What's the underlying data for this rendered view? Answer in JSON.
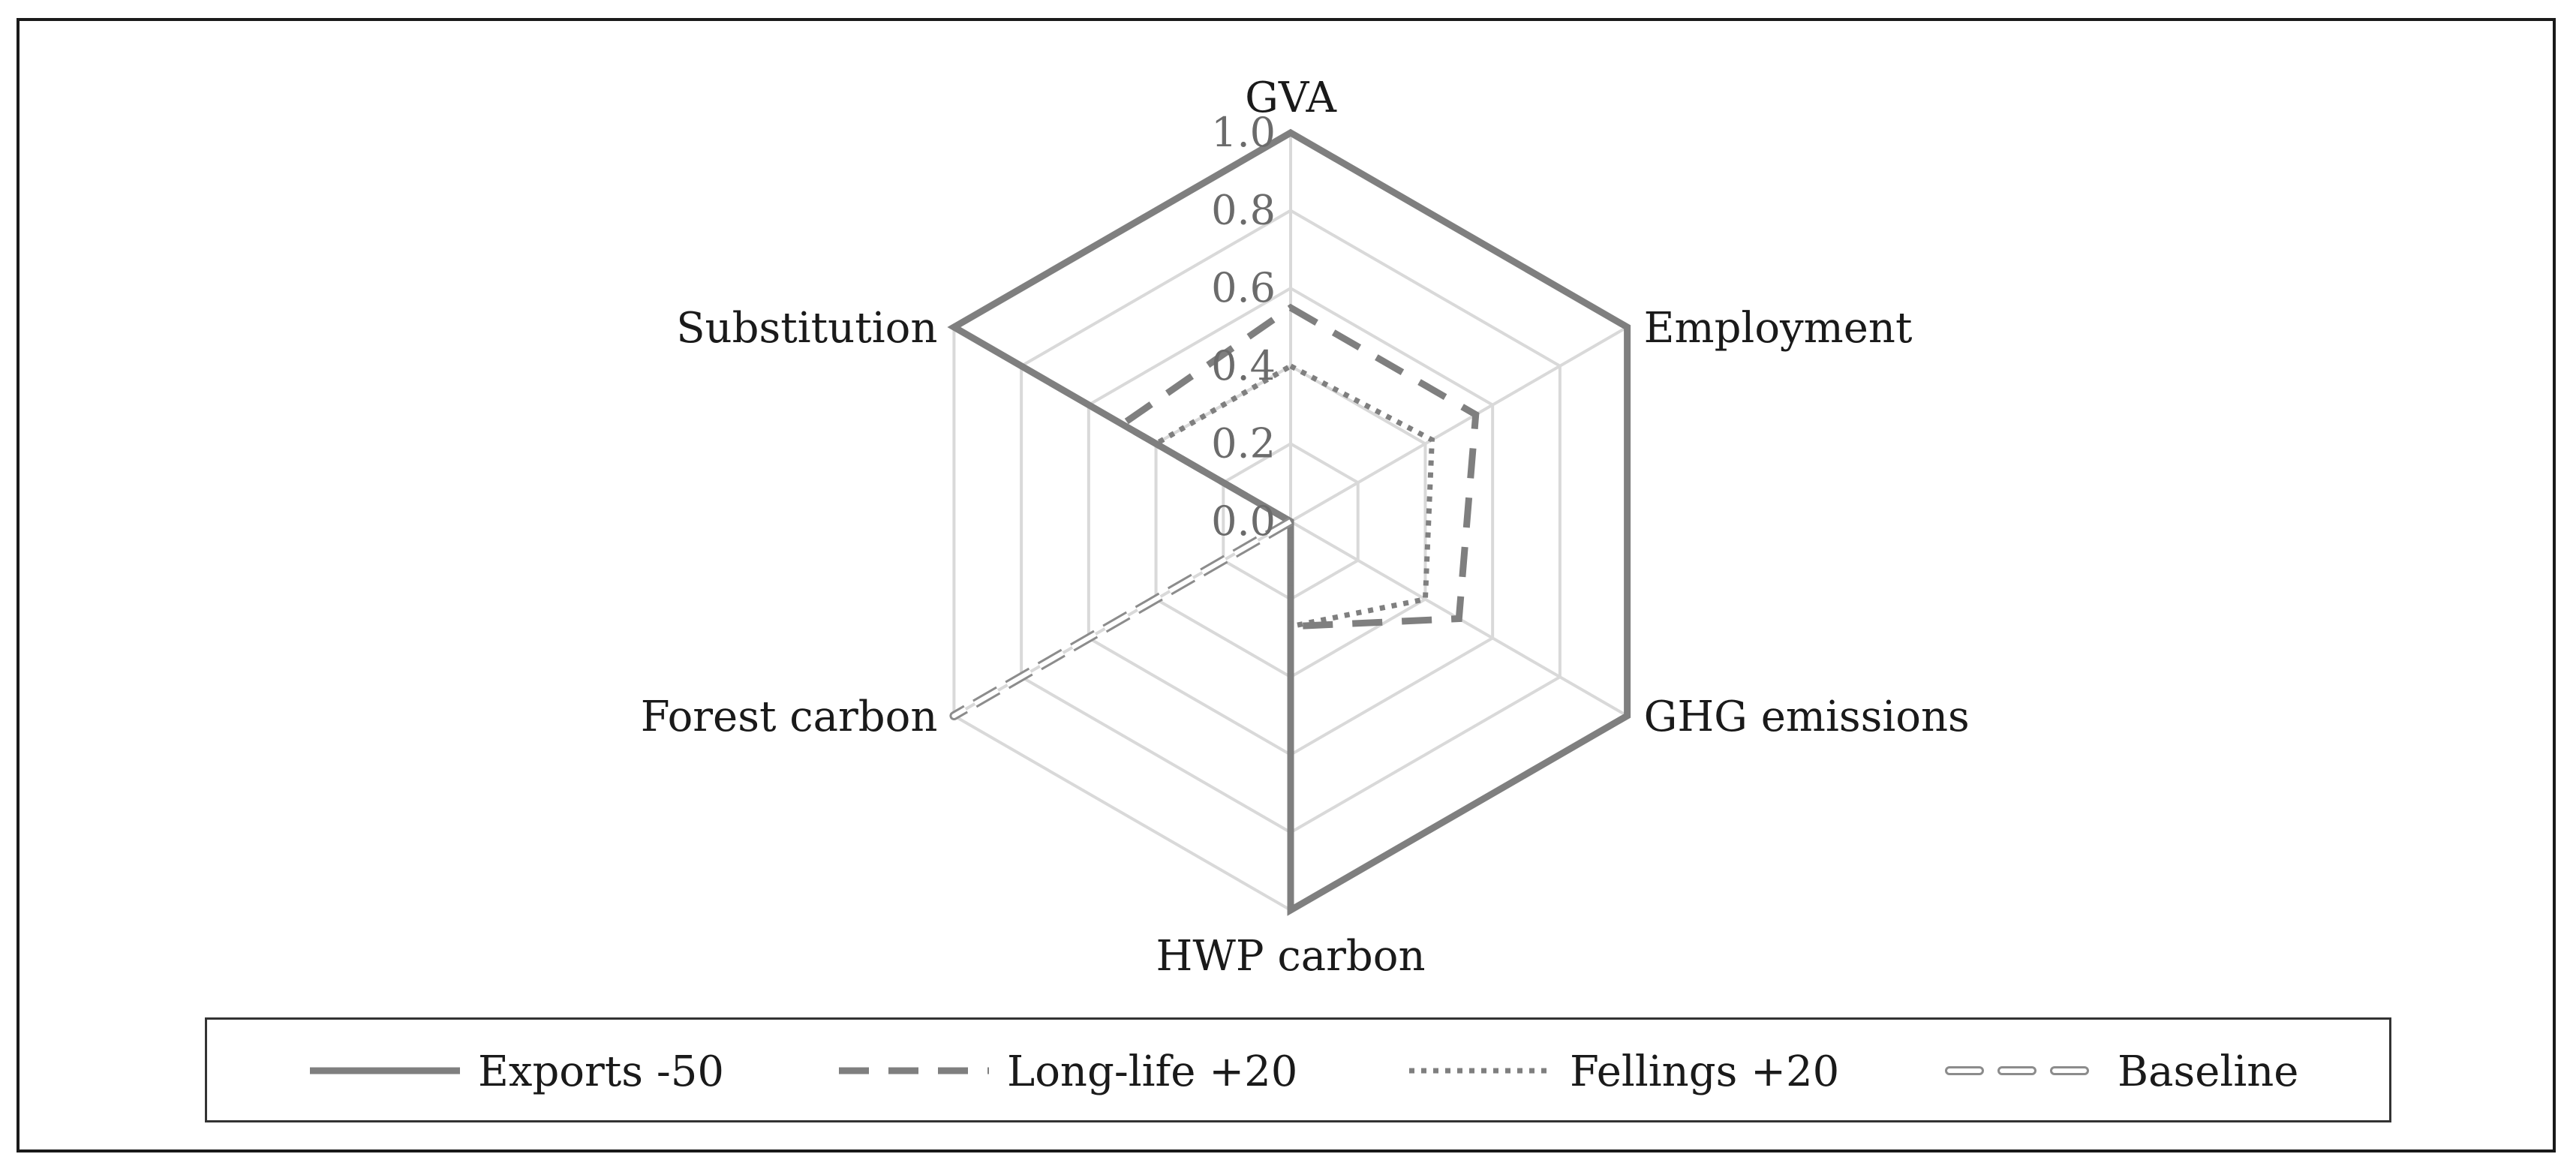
{
  "chart_data": {
    "type": "radar",
    "axes": [
      "GVA",
      "Employment",
      "GHG emissions",
      "HWP carbon",
      "Forest carbon",
      "Substitution"
    ],
    "ticks": [
      "0.0",
      "0.2",
      "0.4",
      "0.6",
      "0.8",
      "1.0"
    ],
    "rlim": [
      0,
      1
    ],
    "grid": true,
    "legend_position": "bottom",
    "series": [
      {
        "name": "Exports -50",
        "values": [
          1.0,
          1.0,
          1.0,
          1.0,
          0.0,
          1.0
        ],
        "color": "#7f7f7f",
        "style": "solid"
      },
      {
        "name": "Long-life +20",
        "values": [
          0.55,
          0.55,
          0.5,
          0.27,
          0.0,
          0.5
        ],
        "color": "#7f7f7f",
        "style": "dashed"
      },
      {
        "name": "Fellings +20",
        "values": [
          0.4,
          0.42,
          0.4,
          0.27,
          0.0,
          0.4
        ],
        "color": "#7f7f7f",
        "style": "dotted"
      },
      {
        "name": "Baseline",
        "values": [
          0.0,
          0.0,
          0.0,
          0.0,
          1.0,
          0.0
        ],
        "color": "#b5b5b5",
        "style": "dashed-double"
      }
    ]
  }
}
